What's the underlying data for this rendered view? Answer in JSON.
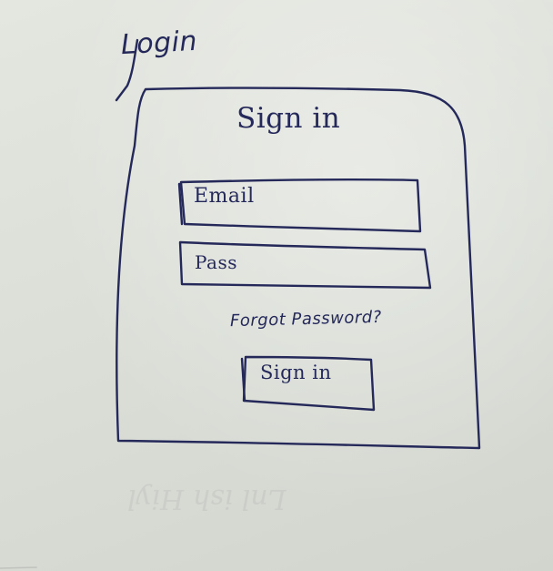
{
  "page": {
    "title": "Login"
  },
  "login_card": {
    "heading": "Sign in",
    "email_field": {
      "placeholder": "Email"
    },
    "password_field": {
      "placeholder": "Pass"
    },
    "forgot_password_label": "Forgot Password?",
    "signin_button_label": "Sign in"
  },
  "colors": {
    "ink": "#25295a",
    "paper": "#dcdfd8"
  }
}
